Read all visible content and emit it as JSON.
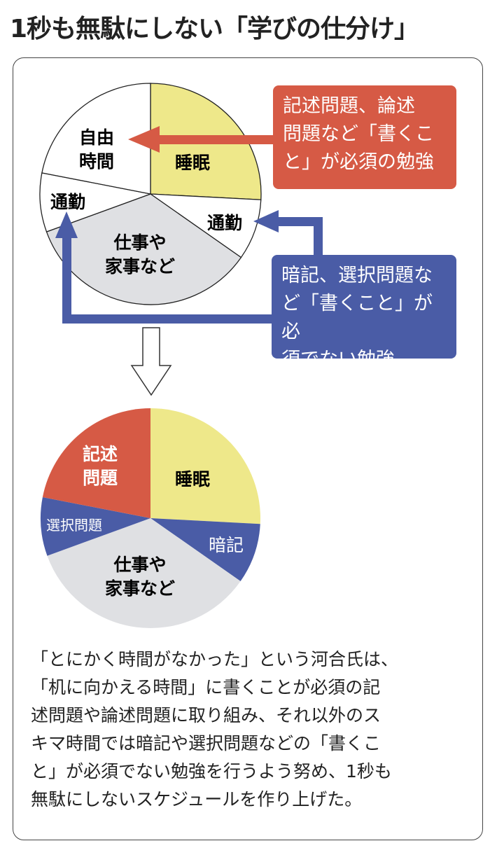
{
  "title": "1秒も無駄にしない「学びの仕分け」",
  "colors": {
    "red": "#d65a45",
    "blue": "#4a5ca6",
    "yellow": "#eee88a",
    "gray": "#dfe0e3",
    "white": "#ffffff"
  },
  "pie_before": {
    "slices": [
      {
        "label": "睡眠",
        "degrees": 93,
        "color": "#eee88a"
      },
      {
        "label": "通勤",
        "degrees": 32,
        "color": "#ffffff"
      },
      {
        "label": "仕事や家事など",
        "degrees": 125,
        "color": "#dfe0e3"
      },
      {
        "label": "通勤",
        "degrees": 31,
        "color": "#ffffff"
      },
      {
        "label": "自由時間",
        "degrees": 79,
        "color": "#ffffff"
      }
    ],
    "labels": {
      "sleep": "睡眠",
      "commute_right": "通勤",
      "work_1": "仕事や",
      "work_2": "家事など",
      "commute_left": "通勤",
      "free_1": "自由",
      "free_2": "時間"
    }
  },
  "pie_after": {
    "slices": [
      {
        "label": "睡眠",
        "degrees": 93,
        "color": "#eee88a"
      },
      {
        "label": "暗記",
        "degrees": 32,
        "color": "#4a5ca6"
      },
      {
        "label": "仕事や家事など",
        "degrees": 125,
        "color": "#dfe0e3"
      },
      {
        "label": "選択問題",
        "degrees": 31,
        "color": "#4a5ca6"
      },
      {
        "label": "記述問題",
        "degrees": 79,
        "color": "#d65a45"
      }
    ],
    "labels": {
      "sleep": "睡眠",
      "memorize": "暗記",
      "work_1": "仕事や",
      "work_2": "家事など",
      "choice": "選択問題",
      "desc_1": "記述",
      "desc_2": "問題"
    }
  },
  "callout_red": [
    "記述問題、論述",
    "問題など「書くこ",
    "と」が必須の勉強"
  ],
  "callout_blue": [
    "暗記、選択問題な",
    "ど「書くこと」が必",
    "須でない勉強"
  ],
  "body_text": [
    "「とにかく時間がなかった」という河合氏は、",
    "「机に向かえる時間」に書くことが必須の記",
    "述問題や論述問題に取り組み、それ以外のス",
    "キマ時間では暗記や選択問題などの「書くこ",
    "と」が必須でない勉強を行うよう努め、1秒も",
    "無駄にしないスケジュールを作り上げた。"
  ]
}
